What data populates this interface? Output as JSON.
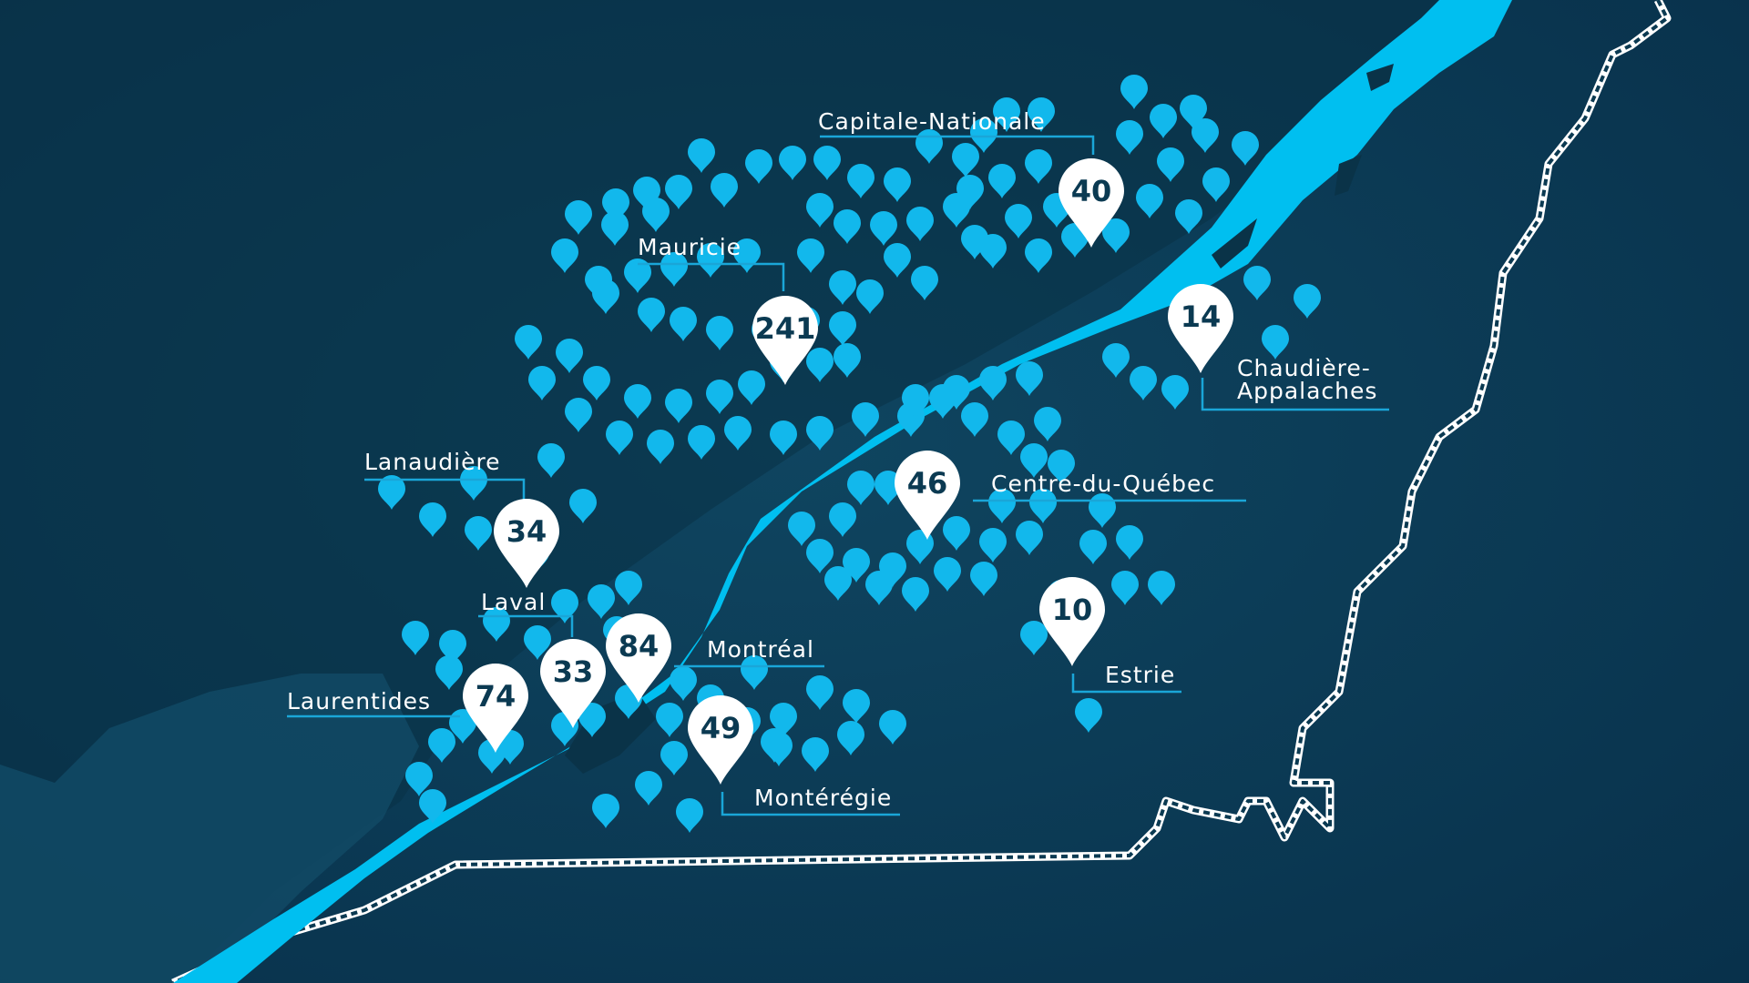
{
  "regions": [
    {
      "id": "capitale-nationale",
      "name": "Capitale-Nationale",
      "count": "40"
    },
    {
      "id": "mauricie",
      "name": "Mauricie",
      "count": "241"
    },
    {
      "id": "chaudiere-appalaches",
      "name_line1": "Chaudière-",
      "name_line2": "Appalaches",
      "count": "14"
    },
    {
      "id": "lanaudiere",
      "name": "Lanaudière",
      "count": "34"
    },
    {
      "id": "centre-du-quebec",
      "name": "Centre-du-Québec",
      "count": "46"
    },
    {
      "id": "laval",
      "name": "Laval",
      "count": "33"
    },
    {
      "id": "montreal",
      "name": "Montréal",
      "count": "84"
    },
    {
      "id": "laurentides",
      "name": "Laurentides",
      "count": "74"
    },
    {
      "id": "estrie",
      "name": "Estrie",
      "count": "10"
    },
    {
      "id": "monteregie",
      "name": "Montérégie",
      "count": "49"
    }
  ],
  "colors": {
    "background": "#0c3a52",
    "land_dark": "#0a3348",
    "river": "#00bff0",
    "marker": "#12b8ec",
    "badge": "#ffffff",
    "badge_text": "#0b3a52",
    "border": "#ffffff"
  },
  "icons": {
    "marker": "map-pin-icon",
    "badge": "count-pin-icon"
  }
}
